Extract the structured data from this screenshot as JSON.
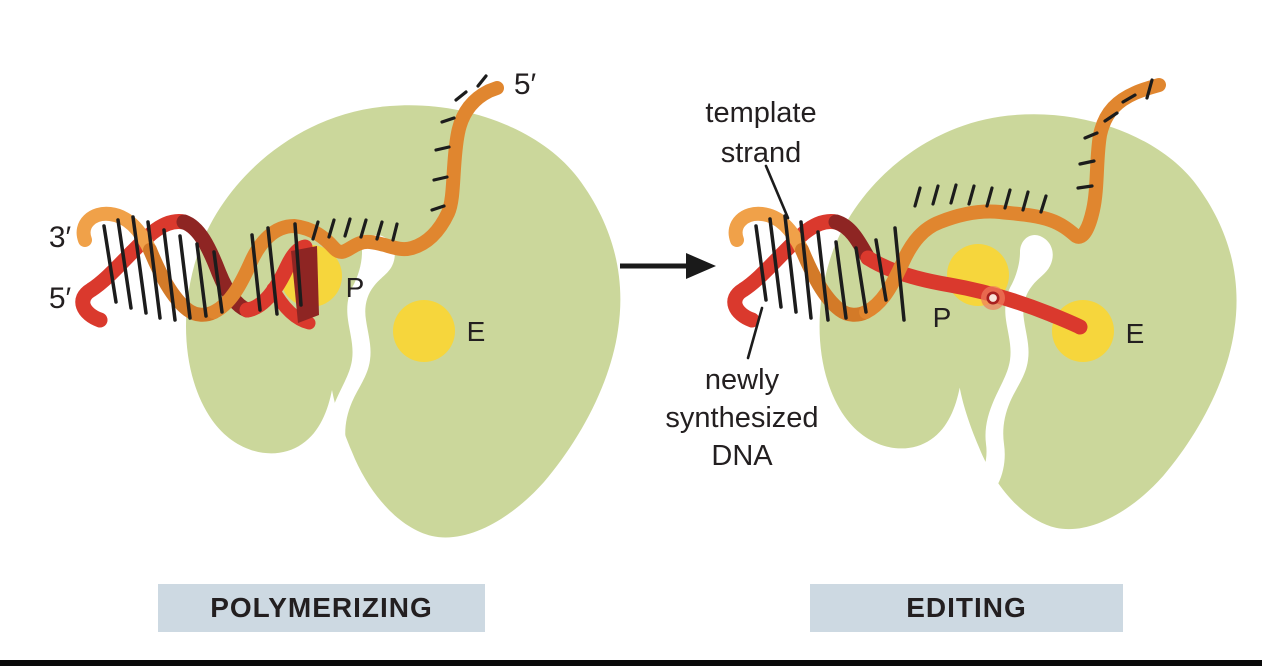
{
  "figure": {
    "title_hidden": "",
    "left": {
      "caption": "POLYMERIZING",
      "label_3prime": "3′",
      "label_5prime": "5′",
      "label_5prime_top": "5′",
      "label_p": "P",
      "label_e": "E"
    },
    "right": {
      "caption": "EDITING",
      "label_p": "P",
      "label_e": "E",
      "annotation_template": {
        "line1": "template",
        "line2": "strand"
      },
      "annotation_newdna": {
        "line1": "newly",
        "line2": "synthesized",
        "line3": "DNA"
      }
    },
    "colors": {
      "polymerase_body": "#cbd79b",
      "active_site": "#f6d63c",
      "template_strand": "#e0862f",
      "template_strand_light": "#f0a149",
      "template_strand_dark": "#d37a28",
      "new_strand": "#da392d",
      "new_strand_dark": "#8e2523",
      "caption_box": "#cdd9e2",
      "text": "#231f20"
    }
  }
}
